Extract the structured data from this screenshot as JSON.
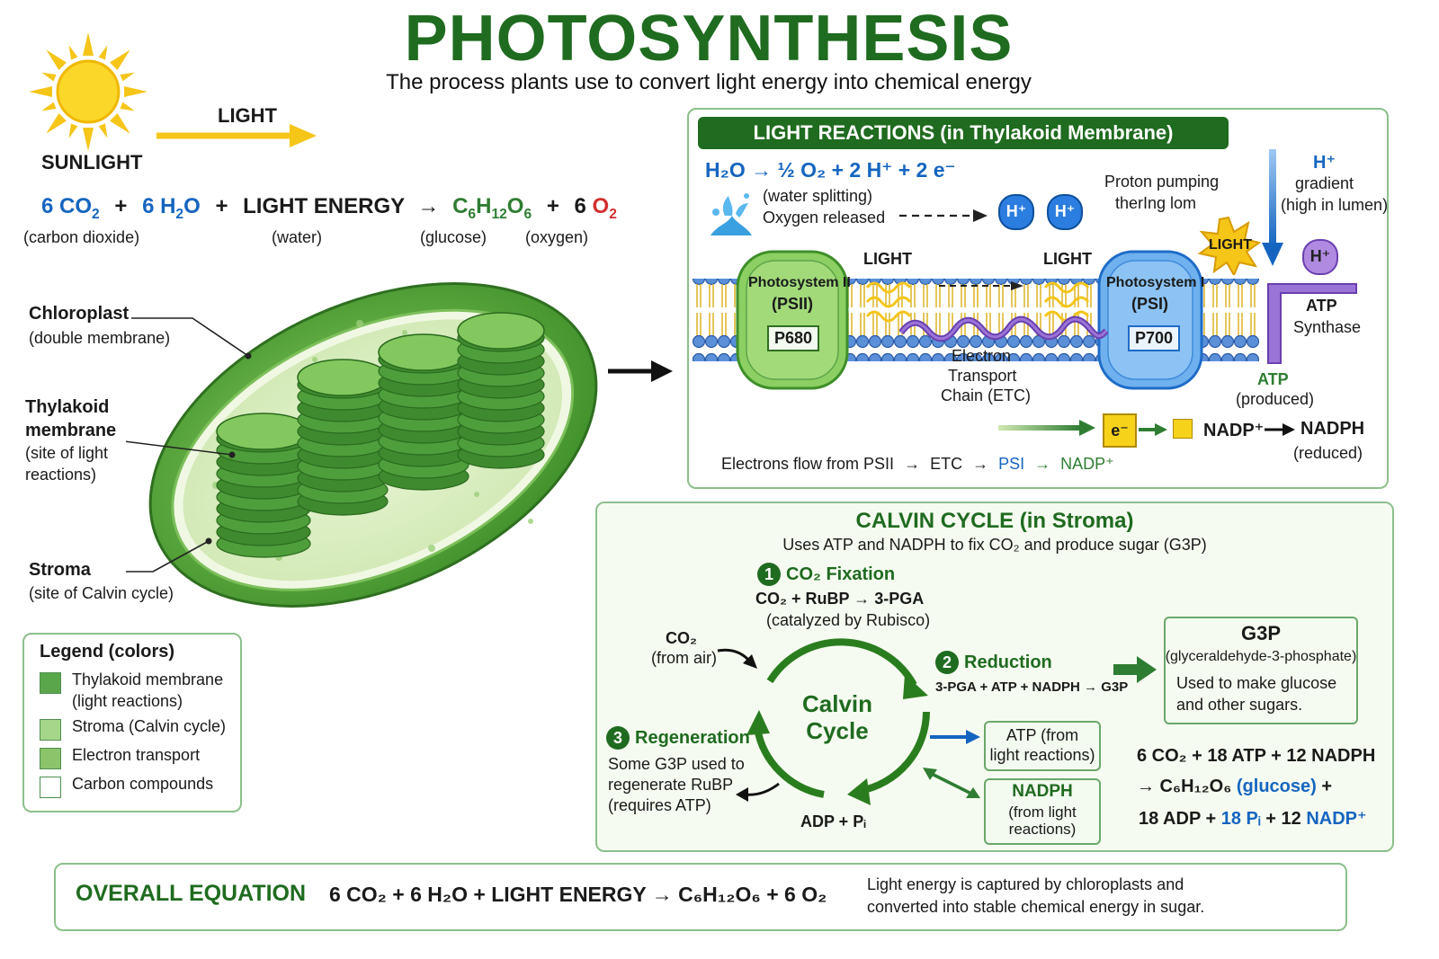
{
  "header": {
    "title": "PHOTOSYNTHESIS",
    "subtitle": "The process plants use to convert light energy into chemical energy"
  },
  "sun": {
    "sunlight_label": "SUNLIGHT",
    "light_label": "LIGHT"
  },
  "equation_top": {
    "co2": "6 CO",
    "co2_sub": "2",
    "h2o_a": "6 H",
    "h2o_sub": "2",
    "h2o_b": "O",
    "light_energy": "LIGHT ENERGY",
    "glucose_a": "C",
    "glucose_s1": "6",
    "glucose_b": "H",
    "glucose_s2": "12",
    "glucose_c": "O",
    "glucose_s3": "6",
    "o2_num": "6",
    "o2": "O",
    "o2_sub": "2",
    "plus": "+",
    "arrow": "→",
    "lbl_co2": "(carbon dioxide)",
    "lbl_water": "(water)",
    "lbl_glucose": "(glucose)",
    "lbl_oxygen": "(oxygen)"
  },
  "chloroplast_labels": {
    "chloroplast": "Chloroplast",
    "chloroplast_sub": "(double membrane)",
    "thylakoid_1": "Thylakoid",
    "thylakoid_2": "membrane",
    "thylakoid_3": "(site of light",
    "thylakoid_4": "reactions)",
    "stroma": "Stroma",
    "stroma_sub": "(site of Calvin cycle)"
  },
  "legend": {
    "title": "Legend (colors)",
    "items": [
      {
        "label": "Thylakoid membrane",
        "label2": "(light reactions)",
        "color": "#5aa64a"
      },
      {
        "label": "Stroma (Calvin cycle)",
        "label2": "",
        "color": "#a6d68a"
      },
      {
        "label": "Electron transport",
        "label2": "",
        "color": "#8bc46a"
      },
      {
        "label": "Carbon compounds",
        "label2": "",
        "color": "#ffffff"
      }
    ]
  },
  "light_reactions": {
    "banner": "LIGHT REACTIONS (in Thylakoid Membrane)",
    "water_eq": "H₂O → ½ O₂ + 2 H⁺ + 2 e⁻",
    "water_splitting": "(water splitting)",
    "oxygen_released": "Oxygen released",
    "proton_1": "Proton pumping",
    "proton_2": "therIng lom",
    "gradient_1": "H⁺",
    "gradient_2": "gradient",
    "gradient_3": "(high in lumen)",
    "light_a": "LIGHT",
    "light_b": "LIGHT",
    "light_burst": "LIGHT",
    "psii_1": "Photosystem II",
    "psii_2": "(PSII)",
    "psii_code": "P680",
    "psi_1": "Photosystem I",
    "psi_2": "(PSI)",
    "psi_code": "P700",
    "etc_1": "Electron",
    "etc_2": "Transport",
    "etc_3": "Chain (ETC)",
    "atp_synthase_1": "ATP",
    "atp_synthase_2": "Synthase",
    "atp_prod_1": "ATP",
    "atp_prod_2": "(produced)",
    "h_plus": "H⁺",
    "e_minus": "e⁻",
    "nadp": "NADP⁺",
    "nadph": "NADPH",
    "nadph_sub": "(reduced)",
    "flow_a": "Electrons flow from PSII",
    "flow_b": "ETC",
    "flow_c": "PSI",
    "flow_d": "NADP⁺"
  },
  "calvin": {
    "title": "CALVIN CYCLE (in Stroma)",
    "subtitle": "Uses ATP and NADPH to fix CO₂ and produce sugar (G3P)",
    "step1_num": "1",
    "step1_title": "CO₂ Fixation",
    "step1_eq": "CO₂ + RuBP → 3-PGA",
    "step1_note": "(catalyzed by Rubisco)",
    "co2_in": "CO₂",
    "co2_in_sub": "(from air)",
    "center_1": "Calvin",
    "center_2": "Cycle",
    "step2_num": "2",
    "step2_title": "Reduction",
    "step2_eq": "3-PGA + ATP + NADPH → G3P",
    "step3_num": "3",
    "step3_title": "Regeneration",
    "step3_1": "Some G3P used to",
    "step3_2": "regenerate RuBP",
    "step3_3": "(requires ATP)",
    "adp": "ADP + Pᵢ",
    "atp_box_1": "ATP (from",
    "atp_box_2": "light reactions)",
    "nadph_box_1": "NADPH",
    "nadph_box_2": "(from light",
    "nadph_box_3": "reactions)",
    "g3p_title": "G3P",
    "g3p_1": "(glyceraldehyde-3-phosphate)",
    "g3p_2": "Used to make glucose",
    "g3p_3": "and other sugars.",
    "sum_1": "6 CO₂ + 18 ATP + 12 NADPH",
    "sum_2a": "→ C₆H₁₂O₆",
    "sum_2b": "(glucose)",
    "sum_2c": "+",
    "sum_3a": "18 ADP +",
    "sum_3b": "18 Pᵢ",
    "sum_3c": "+ 12",
    "sum_3d": "NADP⁺"
  },
  "overall": {
    "label": "OVERALL EQUATION",
    "equation": "6 CO₂ + 6 H₂O + LIGHT ENERGY → C₆H₁₂O₆ + 6 O₂",
    "note_1": "Light energy is captured by chloroplasts and",
    "note_2": "converted into stable chemical energy in sugar."
  }
}
